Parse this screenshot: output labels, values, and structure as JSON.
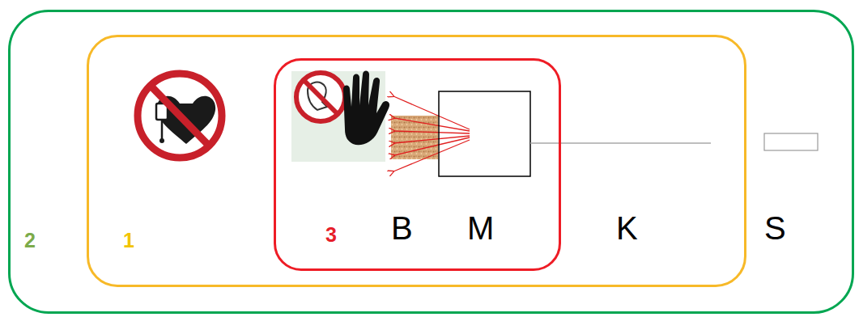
{
  "diagram": {
    "nodes": [
      {
        "text": [
          "2"
        ]
      },
      {
        "text": [
          "1"
        ],
        "in": 0
      },
      {
        "text": [
          "3"
        ],
        "in": 1
      }
    ],
    "labels": [
      "B",
      "M",
      "K",
      "S"
    ]
  }
}
